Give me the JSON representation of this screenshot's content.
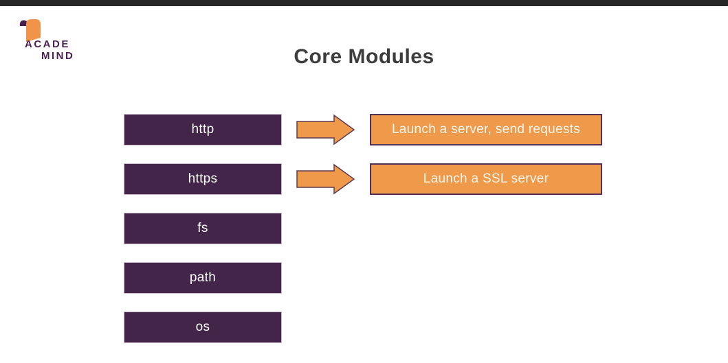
{
  "slide": {
    "title": "Core Modules"
  },
  "logo": {
    "line1": "ACADE",
    "line2": "MIND"
  },
  "modules": [
    {
      "name": "http",
      "description": "Launch a server, send requests"
    },
    {
      "name": "https",
      "description": "Launch a SSL server"
    },
    {
      "name": "fs",
      "description": ""
    },
    {
      "name": "path",
      "description": ""
    },
    {
      "name": "os",
      "description": ""
    }
  ],
  "colors": {
    "background": "#ffffff",
    "top_bar": "#262626",
    "title": "#3d3d3d",
    "logo_text": "#4b2154",
    "logo_ribbon": "#ef9449",
    "logo_curl": "#45204e",
    "module_box_bg": "#432549",
    "module_box_border": "#ccbccc",
    "module_text": "#ffffff",
    "arrow_fill": "#ef9a4a",
    "arrow_outline": "#5e3a52",
    "desc_box_bg": "#ef9a4a",
    "desc_box_border": "#53305a",
    "desc_text": "#fcf6ec"
  }
}
